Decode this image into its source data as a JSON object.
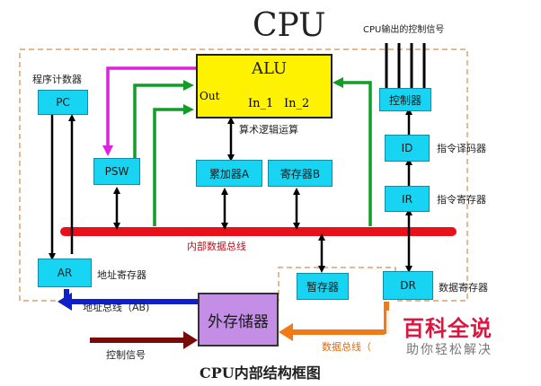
{
  "title": "CPU",
  "control_out_label": "CPU输出的控制信号",
  "pc": {
    "heading": "程序计数器",
    "label": "PC"
  },
  "alu": {
    "label": "ALU",
    "out": "Out",
    "in1": "In_1",
    "in2": "In_2",
    "caption": "算术逻辑运算"
  },
  "psw": {
    "label": "PSW"
  },
  "acc": {
    "label": "累加器A"
  },
  "regb": {
    "label": "寄存器B"
  },
  "ctrl": {
    "label": "控制器"
  },
  "id": {
    "label": "ID",
    "caption": "指令译码器"
  },
  "ir": {
    "label": "IR",
    "caption": "指令寄存器"
  },
  "bus_label": "内部数据总线",
  "ar": {
    "label": "AR",
    "caption": "地址寄存器"
  },
  "temp": {
    "label": "暂存器"
  },
  "dr": {
    "label": "DR",
    "caption": "数据寄存器"
  },
  "addr_bus_label": "地址总线（AB)",
  "memory": {
    "label": "外存储器"
  },
  "control_signal_label": "控制信号",
  "data_bus_label": "数据总线（",
  "diagram_caption": "CPU内部结构框图",
  "watermark": {
    "main": "百科全说",
    "sub": "助你轻松解决"
  },
  "colors": {
    "bus": "#e8101a",
    "green": "#129c28",
    "magenta": "#dd22dd",
    "blue": "#1020c8",
    "darkred": "#7a0a0a",
    "orange": "#f07a18",
    "dashed": "#d98a4a",
    "cyan": "#16d4f2",
    "alu": "#fff200",
    "memory": "#c58ee6"
  }
}
